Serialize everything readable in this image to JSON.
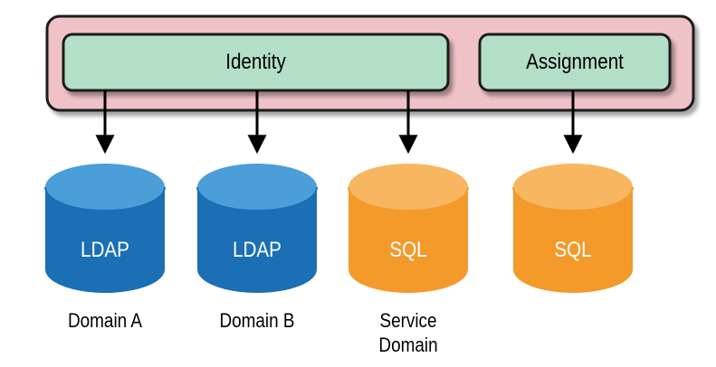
{
  "components": {
    "identity": {
      "label": "Identity"
    },
    "assignment": {
      "label": "Assignment"
    }
  },
  "databases": [
    {
      "id": "domain-a",
      "engine": "LDAP",
      "caption_lines": [
        "Domain A"
      ],
      "color": "#1a6fb5"
    },
    {
      "id": "domain-b",
      "engine": "LDAP",
      "caption_lines": [
        "Domain B"
      ],
      "color": "#1a6fb5"
    },
    {
      "id": "service-domain",
      "engine": "SQL",
      "caption_lines": [
        "Service",
        "Domain"
      ],
      "color": "#f39a2b"
    },
    {
      "id": "assignment-db",
      "engine": "SQL",
      "caption_lines": [],
      "color": "#f39a2b"
    }
  ],
  "colors": {
    "outer_container": "#eec2c6",
    "component_box": "#b3dfc7",
    "ldap_body": "#1a6fb5",
    "ldap_top": "#4b9ed8",
    "sql_body": "#f39a2b",
    "sql_top": "#f8b661",
    "arrow": "#000000"
  }
}
